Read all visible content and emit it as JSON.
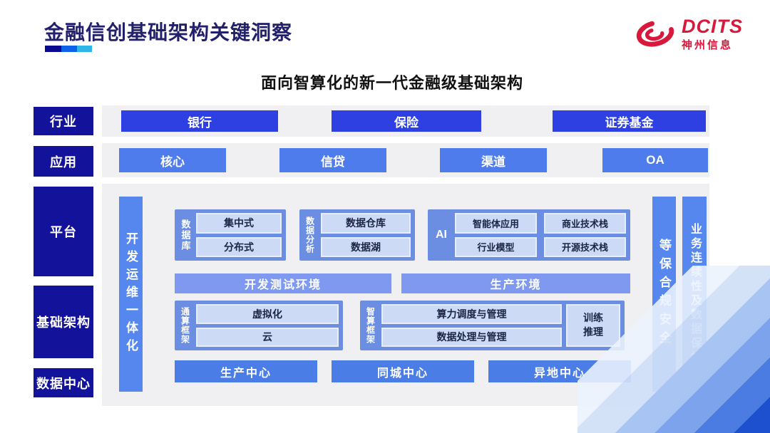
{
  "header": {
    "title": "金融信创基础架构关键洞察",
    "logo": {
      "brand": "DCITS",
      "company": "神州信息"
    }
  },
  "subtitle": "面向智算化的新一代金融级基础架构",
  "diagram": {
    "row_labels": [
      "行业",
      "应用",
      "平台",
      "基础架构",
      "数据中心"
    ],
    "industry": [
      "银行",
      "保险",
      "证券基金"
    ],
    "application": [
      "核心",
      "信贷",
      "渠道",
      "OA"
    ],
    "devops_bar": "开发运维一体化",
    "security_bar": "等保合规安全",
    "continuity_bar": "业务连续性及数据保护",
    "database": {
      "label": "数据库",
      "items": [
        "集中式",
        "分布式"
      ]
    },
    "analytics": {
      "label": "数据分析",
      "items": [
        "数据仓库",
        "数据湖"
      ]
    },
    "ai": {
      "label": "AI",
      "items": [
        "智能体应用",
        "商业技术栈",
        "行业模型",
        "开源技术栈"
      ]
    },
    "environments": [
      "开发测试环境",
      "生产环境"
    ],
    "general_compute": {
      "label": "通算框架",
      "items": [
        "虚拟化",
        "云"
      ]
    },
    "smart_compute": {
      "label": "智算框架",
      "items": [
        "算力调度与管理",
        "数据处理与管理"
      ],
      "side": "训练推理"
    },
    "centers": [
      "生产中心",
      "同城中心",
      "异地中心"
    ]
  },
  "colors": {
    "title_navy": "#221f6b",
    "rail_navy": "#12129a",
    "industry_blue": "#2e40e2",
    "application_blue": "#4e7cec",
    "pillar_blue": "#5687ef",
    "block_blue": "#6b8ee2",
    "chip_light": "#ccdaf6",
    "env_blue": "#7e99ef",
    "center_blue": "#4a7ee6",
    "logo_red": "#d8193c",
    "strip_gray": "#f0f0f2",
    "underline": [
      "#0a0a90",
      "#0c63ea",
      "#2eb6e8"
    ]
  }
}
